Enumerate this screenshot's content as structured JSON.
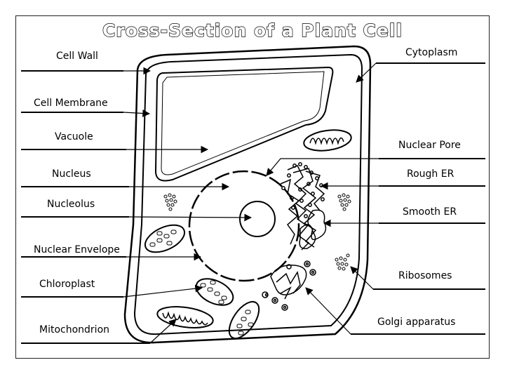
{
  "title": "Cross-Section of a Plant Cell",
  "labels": {
    "cell_wall": "Cell Wall",
    "cell_membrane": "Cell Membrane",
    "vacuole": "Vacuole",
    "nucleus": "Nucleus",
    "nucleolus": "Nucleolus",
    "nuclear_envelope": "Nuclear Envelope",
    "chloroplast": "Chloroplast",
    "mitochondrion": "Mitochondrion",
    "cytoplasm": "Cytoplasm",
    "nuclear_pore": "Nuclear Pore",
    "rough_er": "Rough ER",
    "smooth_er": "Smooth ER",
    "ribosomes": "Ribosomes",
    "golgi_apparatus": "Golgi apparatus"
  }
}
